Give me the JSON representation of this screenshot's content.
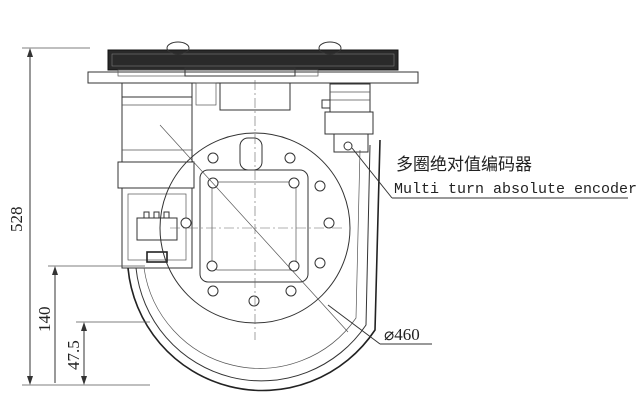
{
  "labels": {
    "cn_annotation": "多圈绝对值编码器",
    "en_annotation": "Multi turn absolute encoder",
    "dim_height": "528",
    "dim_140": "140",
    "dim_47_5": "47.5",
    "dim_diameter": "⌀460"
  }
}
